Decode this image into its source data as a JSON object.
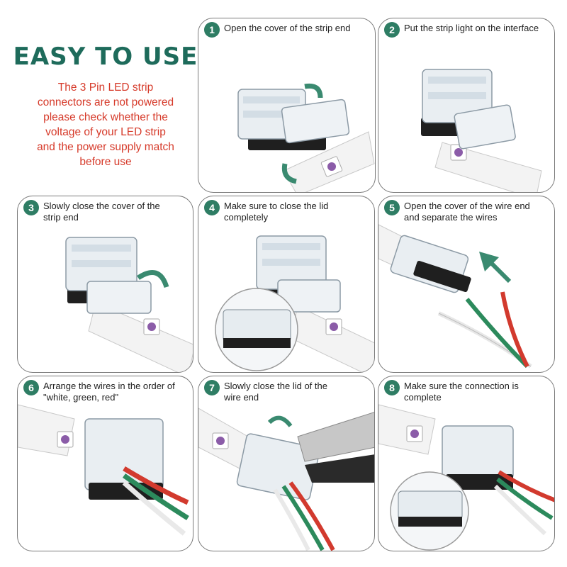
{
  "intro": {
    "title": "EASY TO USE",
    "body_lines": [
      "The 3 Pin LED strip",
      "connectors are not powered",
      "please check whether the",
      "voltage of your LED strip",
      "and the power supply match",
      "before use"
    ]
  },
  "steps": [
    {
      "number": "1",
      "lines": [
        "Open the cover of the strip end"
      ]
    },
    {
      "number": "2",
      "lines": [
        "Put the strip light on the interface"
      ]
    },
    {
      "number": "3",
      "lines": [
        "Slowly close the cover of the",
        "strip end"
      ]
    },
    {
      "number": "4",
      "lines": [
        "Make sure to close the lid",
        "completely"
      ]
    },
    {
      "number": "5",
      "lines": [
        "Open the cover of the wire end",
        "and separate the wires"
      ]
    },
    {
      "number": "6",
      "lines": [
        "Arrange the wires in the order of",
        "\"white, green, red\""
      ]
    },
    {
      "number": "7",
      "lines": [
        "Slowly close the lid of the",
        "wire end"
      ]
    },
    {
      "number": "8",
      "lines": [
        "Make sure the connection is",
        "complete"
      ]
    }
  ],
  "colors": {
    "title_green": "#1e6b5b",
    "body_red": "#d63a2a",
    "step_badge": "#2e7d64",
    "arrow_green": "#3a8a70",
    "wire_red": "#d23a2e",
    "wire_green": "#2c8a5c",
    "wire_white": "#f4f4f4"
  }
}
